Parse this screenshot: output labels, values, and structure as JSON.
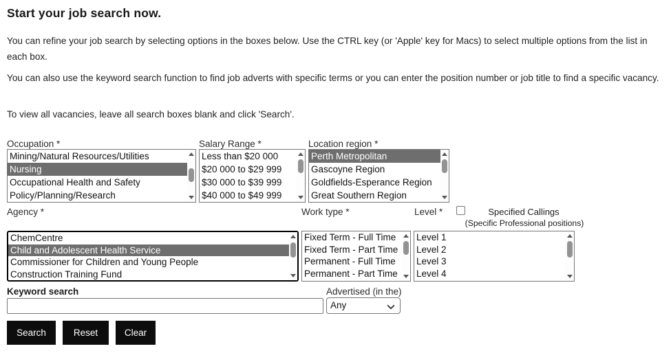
{
  "page": {
    "title": "Start your job search now.",
    "paragraphs": [
      "You can refine your job search by selecting options in the boxes below. Use the CTRL key (or 'Apple' key for Macs) to select multiple options from the list in each box.",
      "You can also use the keyword search function to find job adverts with specific terms or you can enter the position number or job title to find a specific vacancy.",
      "To view all vacancies, leave all search boxes blank and click 'Search'."
    ]
  },
  "selects": {
    "occupation": {
      "label": "Occupation *",
      "options": [
        "Mining/Natural Resources/Utilities",
        "Nursing",
        "Occupational Health and Safety",
        "Policy/Planning/Research"
      ],
      "selected_index": 1
    },
    "salary": {
      "label": "Salary Range *",
      "options": [
        "Less than $20 000",
        "$20 000 to $29 999",
        "$30 000 to $39 999",
        "$40 000 to $49 999"
      ],
      "selected_index": -1
    },
    "location": {
      "label": "Location region *",
      "options": [
        "Perth Metropolitan",
        "Gascoyne Region",
        "Goldfields-Esperance Region",
        "Great Southern Region"
      ],
      "selected_index": 0
    },
    "agency": {
      "label": "Agency *",
      "options": [
        "ChemCentre",
        "Child and Adolescent Health Service",
        "Commissioner for Children and Young People",
        "Construction Training Fund"
      ],
      "selected_index": 1,
      "focused": true
    },
    "worktype": {
      "label": "Work type *",
      "options": [
        "Fixed Term - Full Time",
        "Fixed Term - Part Time",
        "Permanent - Full Time",
        "Permanent - Part Time"
      ],
      "selected_index": -1
    },
    "level": {
      "label": "Level *",
      "options": [
        "Level 1",
        "Level 2",
        "Level 3",
        "Level 4"
      ],
      "selected_index": -1
    }
  },
  "specified_callings": {
    "label": "Specified Callings",
    "sublabel": "(Specific Professional positions)",
    "checked": false
  },
  "keyword": {
    "label": "Keyword search",
    "value": "",
    "placeholder": ""
  },
  "advertised": {
    "label": "Advertised (in the)",
    "selected": "Any"
  },
  "buttons": {
    "search": "Search",
    "reset": "Reset",
    "clear": "Clear"
  },
  "colors": {
    "selected_option_bg": "#6e6e6e",
    "selected_option_text": "#ffffff",
    "button_bg": "#0d0d0d",
    "button_text": "#ffffff",
    "focus_border": "#000000",
    "control_border": "#767676"
  }
}
